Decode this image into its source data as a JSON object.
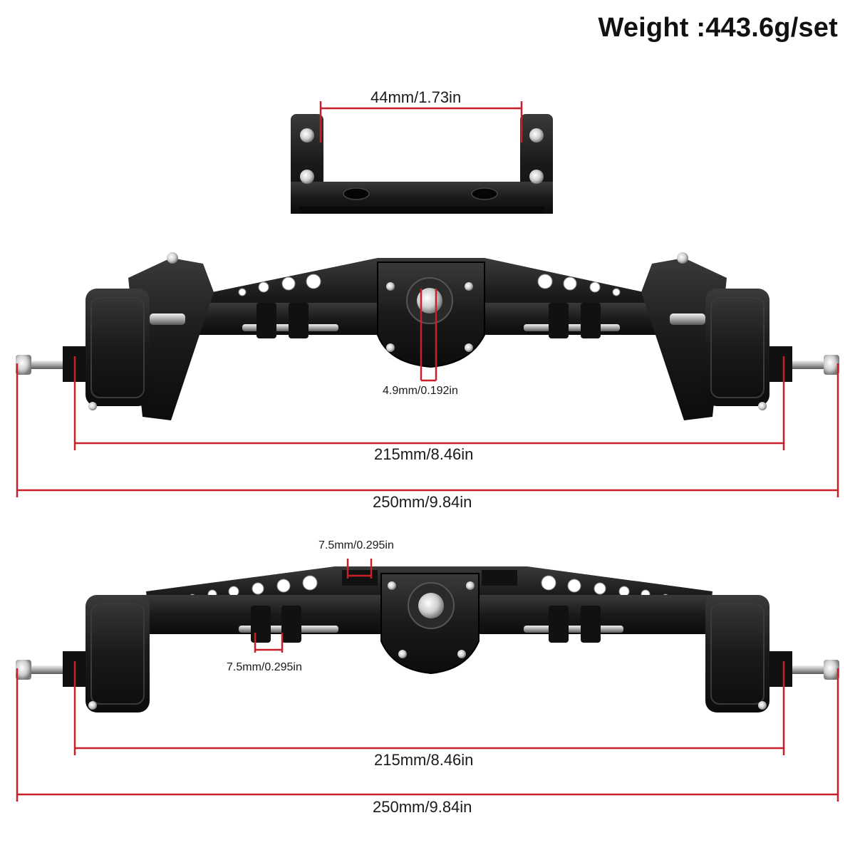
{
  "weight": "Weight :443.6g/set",
  "bracket": {
    "width_label": "44mm/1.73in"
  },
  "front_axle": {
    "pinion_label": "4.9mm/0.192in",
    "inner_width_label": "215mm/8.46in",
    "outer_width_label": "250mm/9.84in"
  },
  "rear_axle": {
    "mount_top_label": "7.5mm/0.295in",
    "mount_bottom_label": "7.5mm/0.295in",
    "inner_width_label": "215mm/8.46in",
    "outer_width_label": "250mm/9.84in"
  },
  "colors": {
    "dimension_line": "#c8202a",
    "metal": "#1b1b1b",
    "bolt": "#cfcfcf"
  }
}
